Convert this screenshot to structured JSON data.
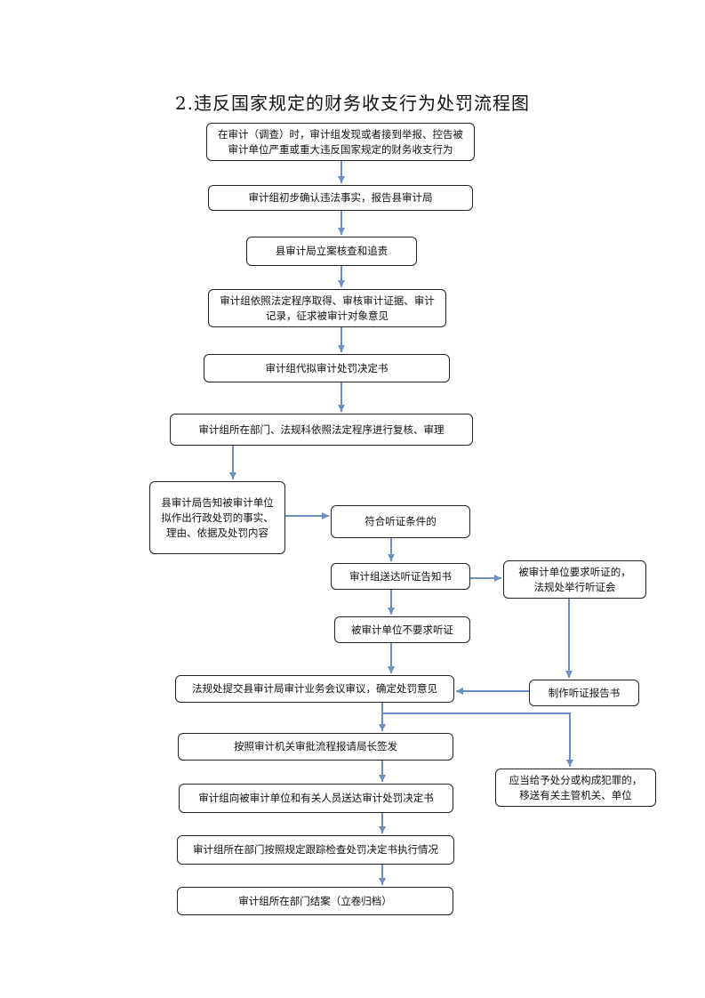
{
  "title": "2.违反国家规定的财务收支行为处罚流程图",
  "nodes": {
    "n1": "在审计（调查）时，审计组发现或者接到举报、控告被审计单位严重或重大违反国家规定的财务收支行为",
    "n2": "审计组初步确认违法事实，报告县审计局",
    "n3": "县审计局立案核查和追责",
    "n4": "审计组依照法定程序取得、审核审计证据、审计记录，征求被审计对象意见",
    "n5": "审计组代拟审计处罚决定书",
    "n6": "审计组所在部门、法规科依照法定程序进行复核、审理",
    "n7": "县审计局告知被审计单位拟作出行政处罚的事实、理由、依据及处罚内容",
    "n8": "符合听证条件的",
    "n9": "审计组送达听证告知书",
    "n10": "被审计单位要求听证的，法规处举行听证会",
    "n11": "被审计单位不要求听证",
    "n12": "制作听证报告书",
    "n13": "法规处提交县审计局审计业务会议审议，确定处罚意见",
    "n14": "按照审计机关审批流程报请局长签发",
    "n15": "应当给予处分或构成犯罪的，移送有关主管机关、单位",
    "n16": "审计组向被审计单位和有关人员送达审计处罚决定书",
    "n17": "审计组所在部门按照规定跟踪检查处罚决定书执行情况",
    "n18": "审计组所在部门结案（立卷归档）"
  },
  "colors": {
    "arrow": "#6a8fc0",
    "border": "#222222"
  }
}
